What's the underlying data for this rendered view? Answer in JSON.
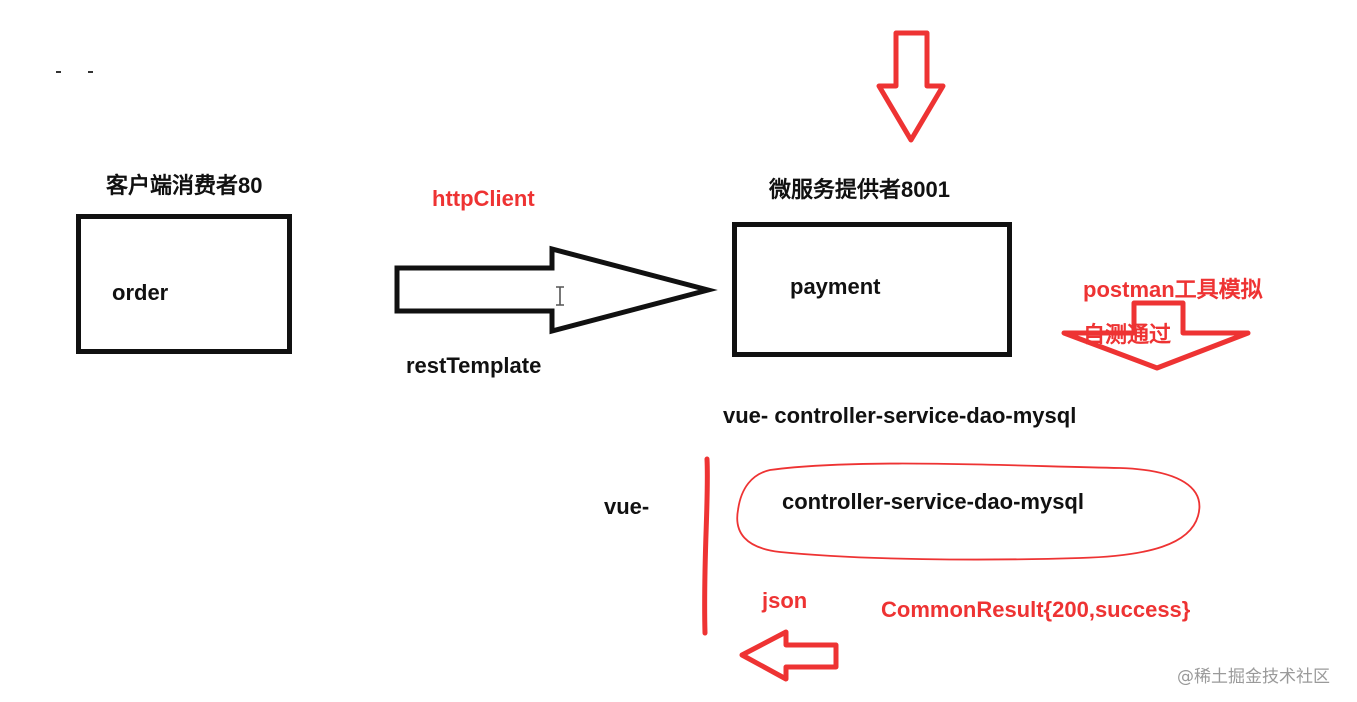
{
  "consumer": {
    "title": "客户端消费者80",
    "module": "order"
  },
  "provider": {
    "title": "微服务提供者8001",
    "module": "payment"
  },
  "call": {
    "top_label": "httpClient",
    "bottom_label": "restTemplate"
  },
  "testing": {
    "line1": "postman工具模拟",
    "line2": "自测通过"
  },
  "flow": {
    "full_chain": "vue- controller-service-dao-mysql",
    "frontend": "vue-",
    "backend_chain": "controller-service-dao-mysql",
    "response_format": "json",
    "response_example": "CommonResult{200,success}"
  },
  "watermark": "@稀土掘金技术社区",
  "colors": {
    "ink": "#111111",
    "annotation": "#ee3333",
    "watermark": "#9a9a9a"
  }
}
